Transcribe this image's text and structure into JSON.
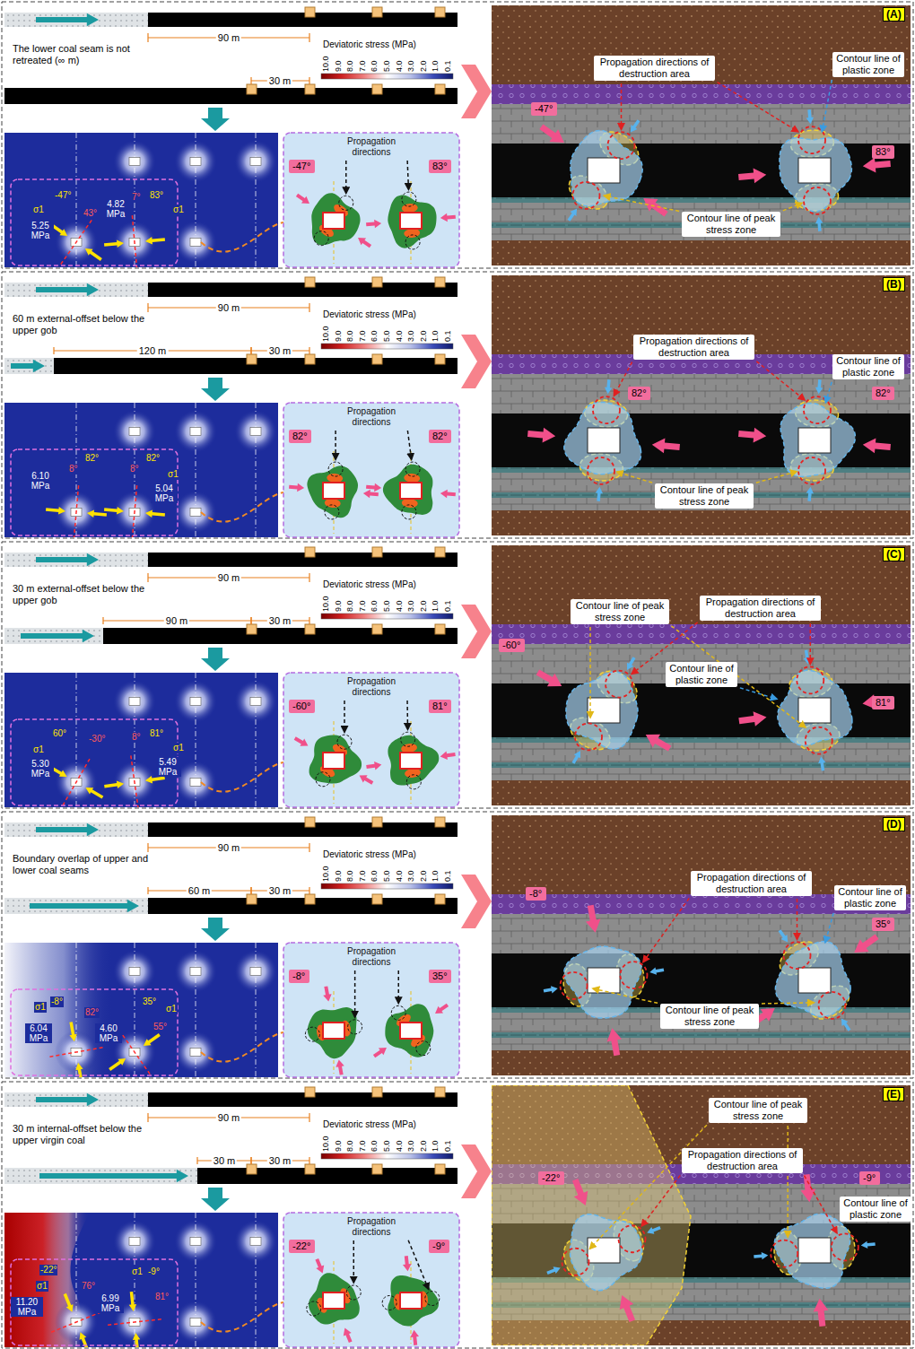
{
  "diagram": {
    "nodes": [
      {
        "text": [
          "-47°"
        ]
      },
      {
        "text": [
          "83°"
        ]
      },
      {
        "text": [
          "(A)"
        ]
      },
      {
        "text": [
          "-47°"
        ]
      },
      {
        "text": [
          "83°"
        ]
      },
      {
        "text": [
          "82°"
        ]
      },
      {
        "text": [
          "82°"
        ]
      },
      {
        "text": [
          "(B)"
        ]
      },
      {
        "text": [
          "82°"
        ]
      },
      {
        "text": [
          "82°"
        ]
      },
      {
        "text": [
          "-60°"
        ]
      },
      {
        "text": [
          "81°"
        ]
      },
      {
        "text": [
          "(C)"
        ]
      },
      {
        "text": [
          "-60°"
        ]
      },
      {
        "text": [
          "81°"
        ]
      },
      {
        "text": [
          "-8°"
        ]
      },
      {
        "text": [
          "35°"
        ]
      },
      {
        "text": [
          "(D)"
        ]
      },
      {
        "text": [
          "-8°"
        ]
      },
      {
        "text": [
          "35°"
        ]
      },
      {
        "text": [
          "-22°"
        ]
      },
      {
        "text": [
          "-9°"
        ]
      },
      {
        "text": [
          "(E)"
        ]
      },
      {
        "text": [
          "-22°"
        ]
      },
      {
        "text": [
          "-9°"
        ]
      }
    ],
    "labels": [
      "The lower coal seam is not retreated (∞ m)",
      "90 m",
      "30 m",
      "Deviatoric stress (MPa)",
      "10.0",
      "9.0",
      "8.0",
      "7.0",
      "6.0",
      "5.0",
      "4.0",
      "3.0",
      "2.0",
      "1.0",
      "0.1",
      "-47°",
      "σ1",
      "43°",
      "5.25 MPa",
      "4.82 MPa",
      "7°",
      "83°",
      "σ1",
      "Propagation directions",
      "Propagation directions of destruction area",
      "Contour line of plastic zone",
      "Contour line of peak stress zone",
      "60 m external-offset below the upper gob",
      "90 m",
      "120 m",
      "30 m",
      "Deviatoric stress (MPa)",
      "10.0",
      "9.0",
      "8.0",
      "7.0",
      "6.0",
      "5.0",
      "4.0",
      "3.0",
      "2.0",
      "1.0",
      "0.1",
      "8°",
      "82°",
      "6.10 MPa",
      "8°",
      "82°",
      "σ1",
      "5.04 MPa",
      "Propagation directions",
      "Propagation directions of destruction area",
      "Contour line of plastic zone",
      "Contour line of peak stress zone",
      "30 m external-offset below the upper gob",
      "90 m",
      "90 m",
      "30 m",
      "Deviatoric stress (MPa)",
      "10.0",
      "9.0",
      "8.0",
      "7.0",
      "6.0",
      "5.0",
      "4.0",
      "3.0",
      "2.0",
      "1.0",
      "0.1",
      "σ1",
      "60°",
      "-30°",
      "5.30 MPa",
      "8°",
      "81°",
      "σ1",
      "5.49 MPa",
      "Propagation directions",
      "Contour line of peak stress zone",
      "Propagation directions of destruction area",
      "Contour line of plastic zone",
      "Boundary overlap of upper and lower coal seams",
      "90 m",
      "60 m",
      "30 m",
      "Deviatoric stress (MPa)",
      "10.0",
      "9.0",
      "8.0",
      "7.0",
      "6.0",
      "5.0",
      "4.0",
      "3.0",
      "2.0",
      "1.0",
      "0.1",
      "σ1",
      "-8°",
      "82°",
      "6.04 MPa",
      "35°",
      "σ1",
      "55°",
      "4.60 MPa",
      "Propagation directions",
      "Propagation directions of destruction area",
      "Contour line of plastic zone",
      "Contour line of peak stress zone",
      "30 m internal-offset below the upper virgin coal",
      "90 m",
      "30 m",
      "30 m",
      "Deviatoric stress (MPa)",
      "10.0",
      "9.0",
      "8.0",
      "7.0",
      "6.0",
      "5.0",
      "4.0",
      "3.0",
      "2.0",
      "1.0",
      "0.1",
      "-22°",
      "σ1",
      "76°",
      "11.20 MPa",
      "σ1",
      "-9°",
      "6.99 MPa",
      "81°",
      "Propagation directions",
      "Contour line of peak stress zone",
      "Propagation directions of destruction area",
      "Contour line of plastic zone"
    ]
  }
}
